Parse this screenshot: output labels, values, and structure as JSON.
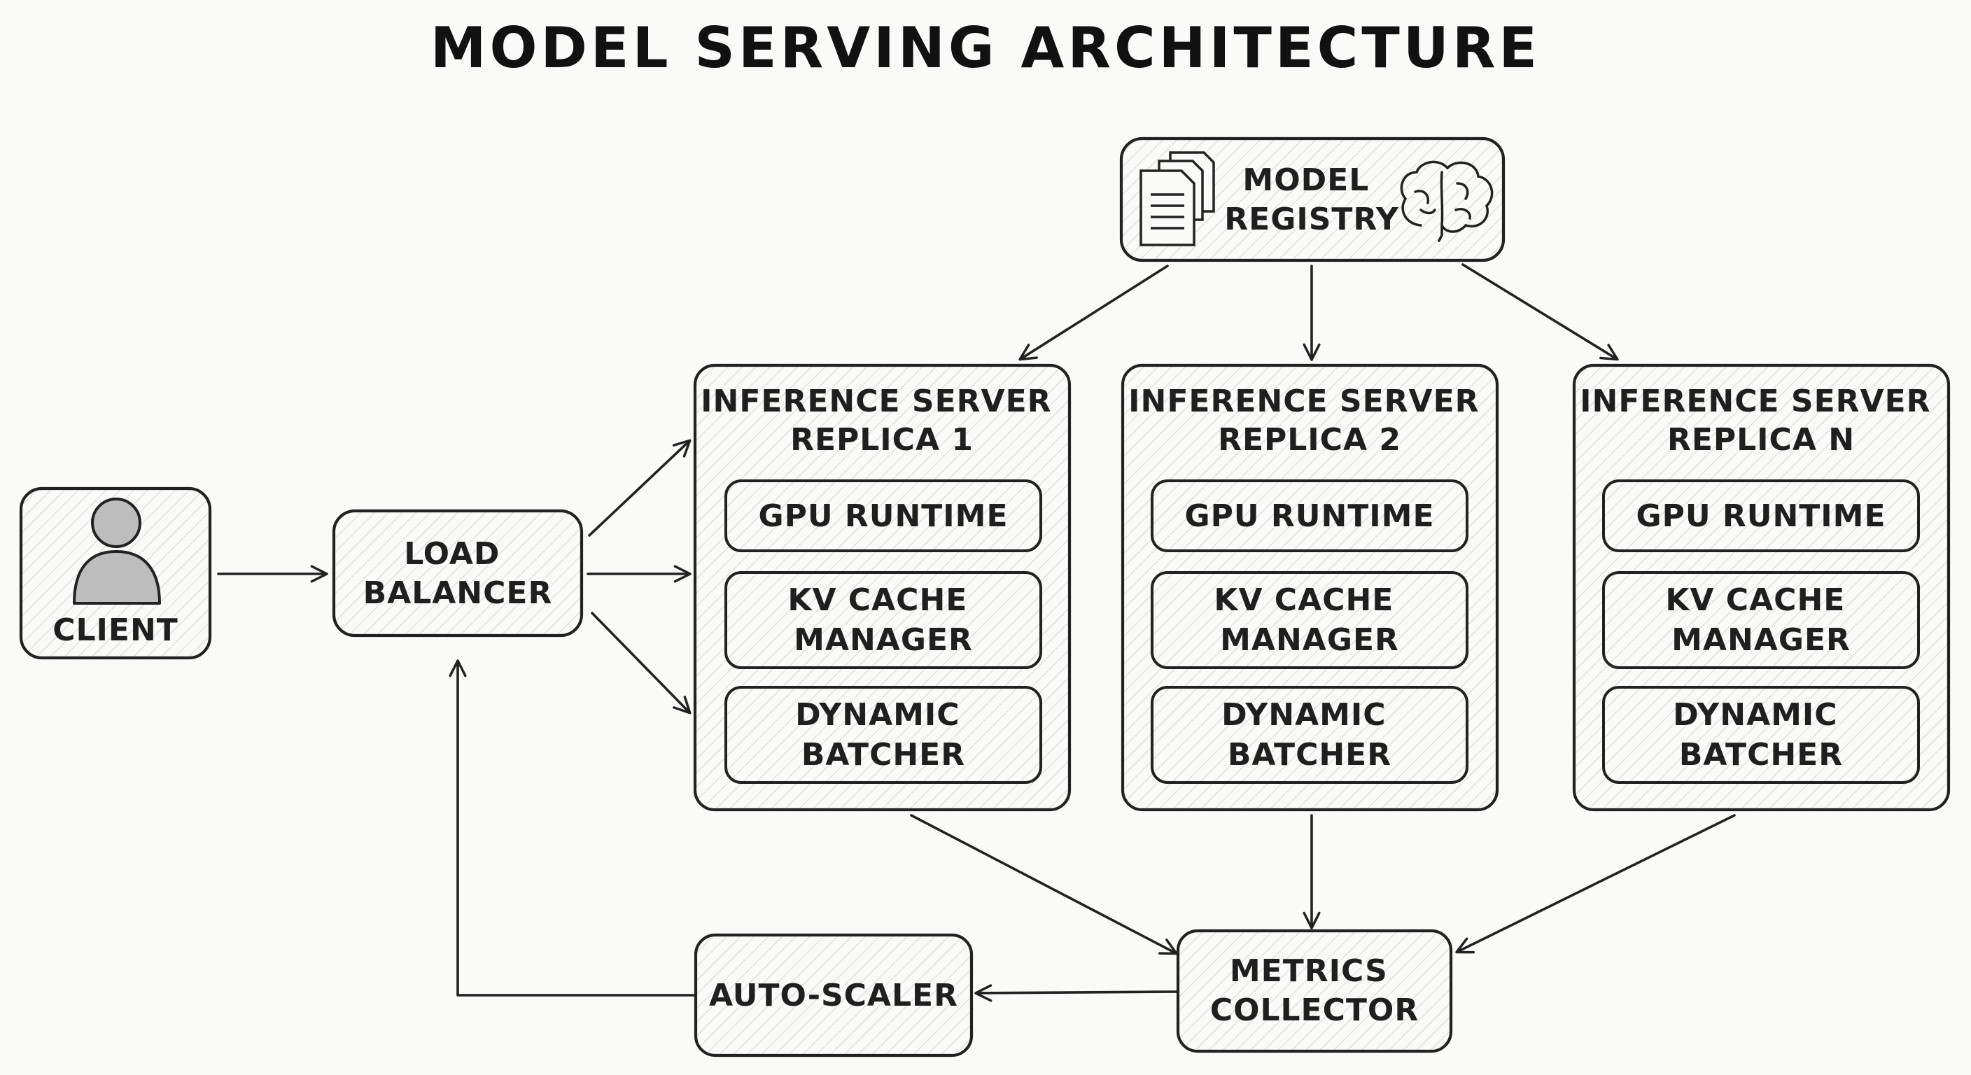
{
  "title": "MODEL SERVING ARCHITECTURE",
  "nodes": {
    "client": {
      "label": "CLIENT",
      "icon": "user-icon"
    },
    "load_balancer": {
      "lines": [
        "LOAD",
        "BALANCER"
      ]
    },
    "model_registry": {
      "lines": [
        "MODEL",
        "REGISTRY"
      ],
      "icons": [
        "documents-icon",
        "brain-icon"
      ]
    },
    "replicas": [
      {
        "lines": [
          "INFERENCE SERVER",
          "REPLICA 1"
        ],
        "components": [
          {
            "lines": [
              "GPU RUNTIME"
            ]
          },
          {
            "lines": [
              "KV CACHE",
              "MANAGER"
            ]
          },
          {
            "lines": [
              "DYNAMIC",
              "BATCHER"
            ]
          }
        ]
      },
      {
        "lines": [
          "INFERENCE SERVER",
          "REPLICA 2"
        ],
        "components": [
          {
            "lines": [
              "GPU RUNTIME"
            ]
          },
          {
            "lines": [
              "KV CACHE",
              "MANAGER"
            ]
          },
          {
            "lines": [
              "DYNAMIC",
              "BATCHER"
            ]
          }
        ]
      },
      {
        "lines": [
          "INFERENCE SERVER",
          "REPLICA N"
        ],
        "components": [
          {
            "lines": [
              "GPU RUNTIME"
            ]
          },
          {
            "lines": [
              "KV CACHE",
              "MANAGER"
            ]
          },
          {
            "lines": [
              "DYNAMIC",
              "BATCHER"
            ]
          }
        ]
      }
    ],
    "metrics_collector": {
      "lines": [
        "METRICS",
        "COLLECTOR"
      ]
    },
    "auto_scaler": {
      "lines": [
        "AUTO-SCALER"
      ]
    }
  },
  "edges": [
    {
      "from": "client",
      "to": "load_balancer"
    },
    {
      "from": "load_balancer",
      "to": "replica_1"
    },
    {
      "from": "load_balancer",
      "to": "replica_1"
    },
    {
      "from": "load_balancer",
      "to": "replica_1"
    },
    {
      "from": "model_registry",
      "to": "replica_1"
    },
    {
      "from": "model_registry",
      "to": "replica_2"
    },
    {
      "from": "model_registry",
      "to": "replica_n"
    },
    {
      "from": "replica_1",
      "to": "metrics_collector"
    },
    {
      "from": "replica_2",
      "to": "metrics_collector"
    },
    {
      "from": "replica_n",
      "to": "metrics_collector"
    },
    {
      "from": "metrics_collector",
      "to": "auto_scaler"
    },
    {
      "from": "auto_scaler",
      "to": "load_balancer"
    }
  ],
  "colors": {
    "ink": "#222222",
    "background": "#fafaf8",
    "hatch": "#c9c9c9",
    "icon_fill": "#bdbdbd"
  }
}
